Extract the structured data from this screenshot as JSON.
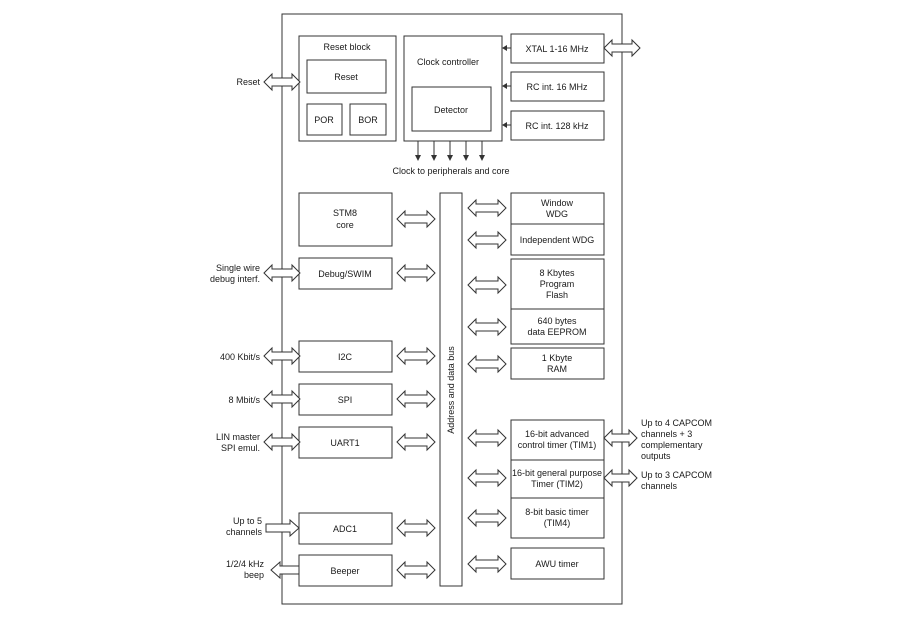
{
  "reset_block": {
    "title": "Reset block",
    "reset": "Reset",
    "por": "POR",
    "bor": "BOR"
  },
  "clock": {
    "title": "Clock controller",
    "detector": "Detector",
    "xtal": "XTAL 1-16 MHz",
    "rc16": "RC int. 16 MHz",
    "rc128": "RC int. 128 kHz",
    "output": "Clock to peripherals and core"
  },
  "bus": {
    "label": "Address and data bus"
  },
  "left_blocks": {
    "core": [
      "STM8",
      "core"
    ],
    "debug": "Debug/SWIM",
    "i2c": "I2C",
    "spi": "SPI",
    "uart": "UART1",
    "adc": "ADC1",
    "beeper": "Beeper"
  },
  "right_blocks": {
    "wwdg": [
      "Window",
      "WDG"
    ],
    "iwdg": "Independent WDG",
    "flash": [
      "8 Kbytes",
      "Program",
      "Flash"
    ],
    "eeprom": [
      "640 bytes",
      "data EEPROM"
    ],
    "ram": [
      "1 Kbyte",
      "RAM"
    ],
    "tim1": [
      "16-bit advanced",
      "control timer (TIM1)"
    ],
    "tim2": [
      "16-bit general purpose",
      "Timer (TIM2)"
    ],
    "tim4": [
      "8-bit basic timer",
      "(TIM4)"
    ],
    "awu": "AWU timer"
  },
  "external_labels": {
    "reset": "Reset",
    "swim": [
      "Single wire",
      "debug interf."
    ],
    "i2c": "400 Kbit/s",
    "spi": "8 Mbit/s",
    "uart": [
      "LIN master",
      "SPI emul."
    ],
    "adc": [
      "Up to 5",
      "channels"
    ],
    "beep": [
      "1/2/4 kHz",
      "beep"
    ],
    "tim1": [
      "Up to 4 CAPCOM",
      "channels + 3",
      "complementary",
      "outputs"
    ],
    "tim2": [
      "Up to 3 CAPCOM",
      "channels"
    ]
  }
}
